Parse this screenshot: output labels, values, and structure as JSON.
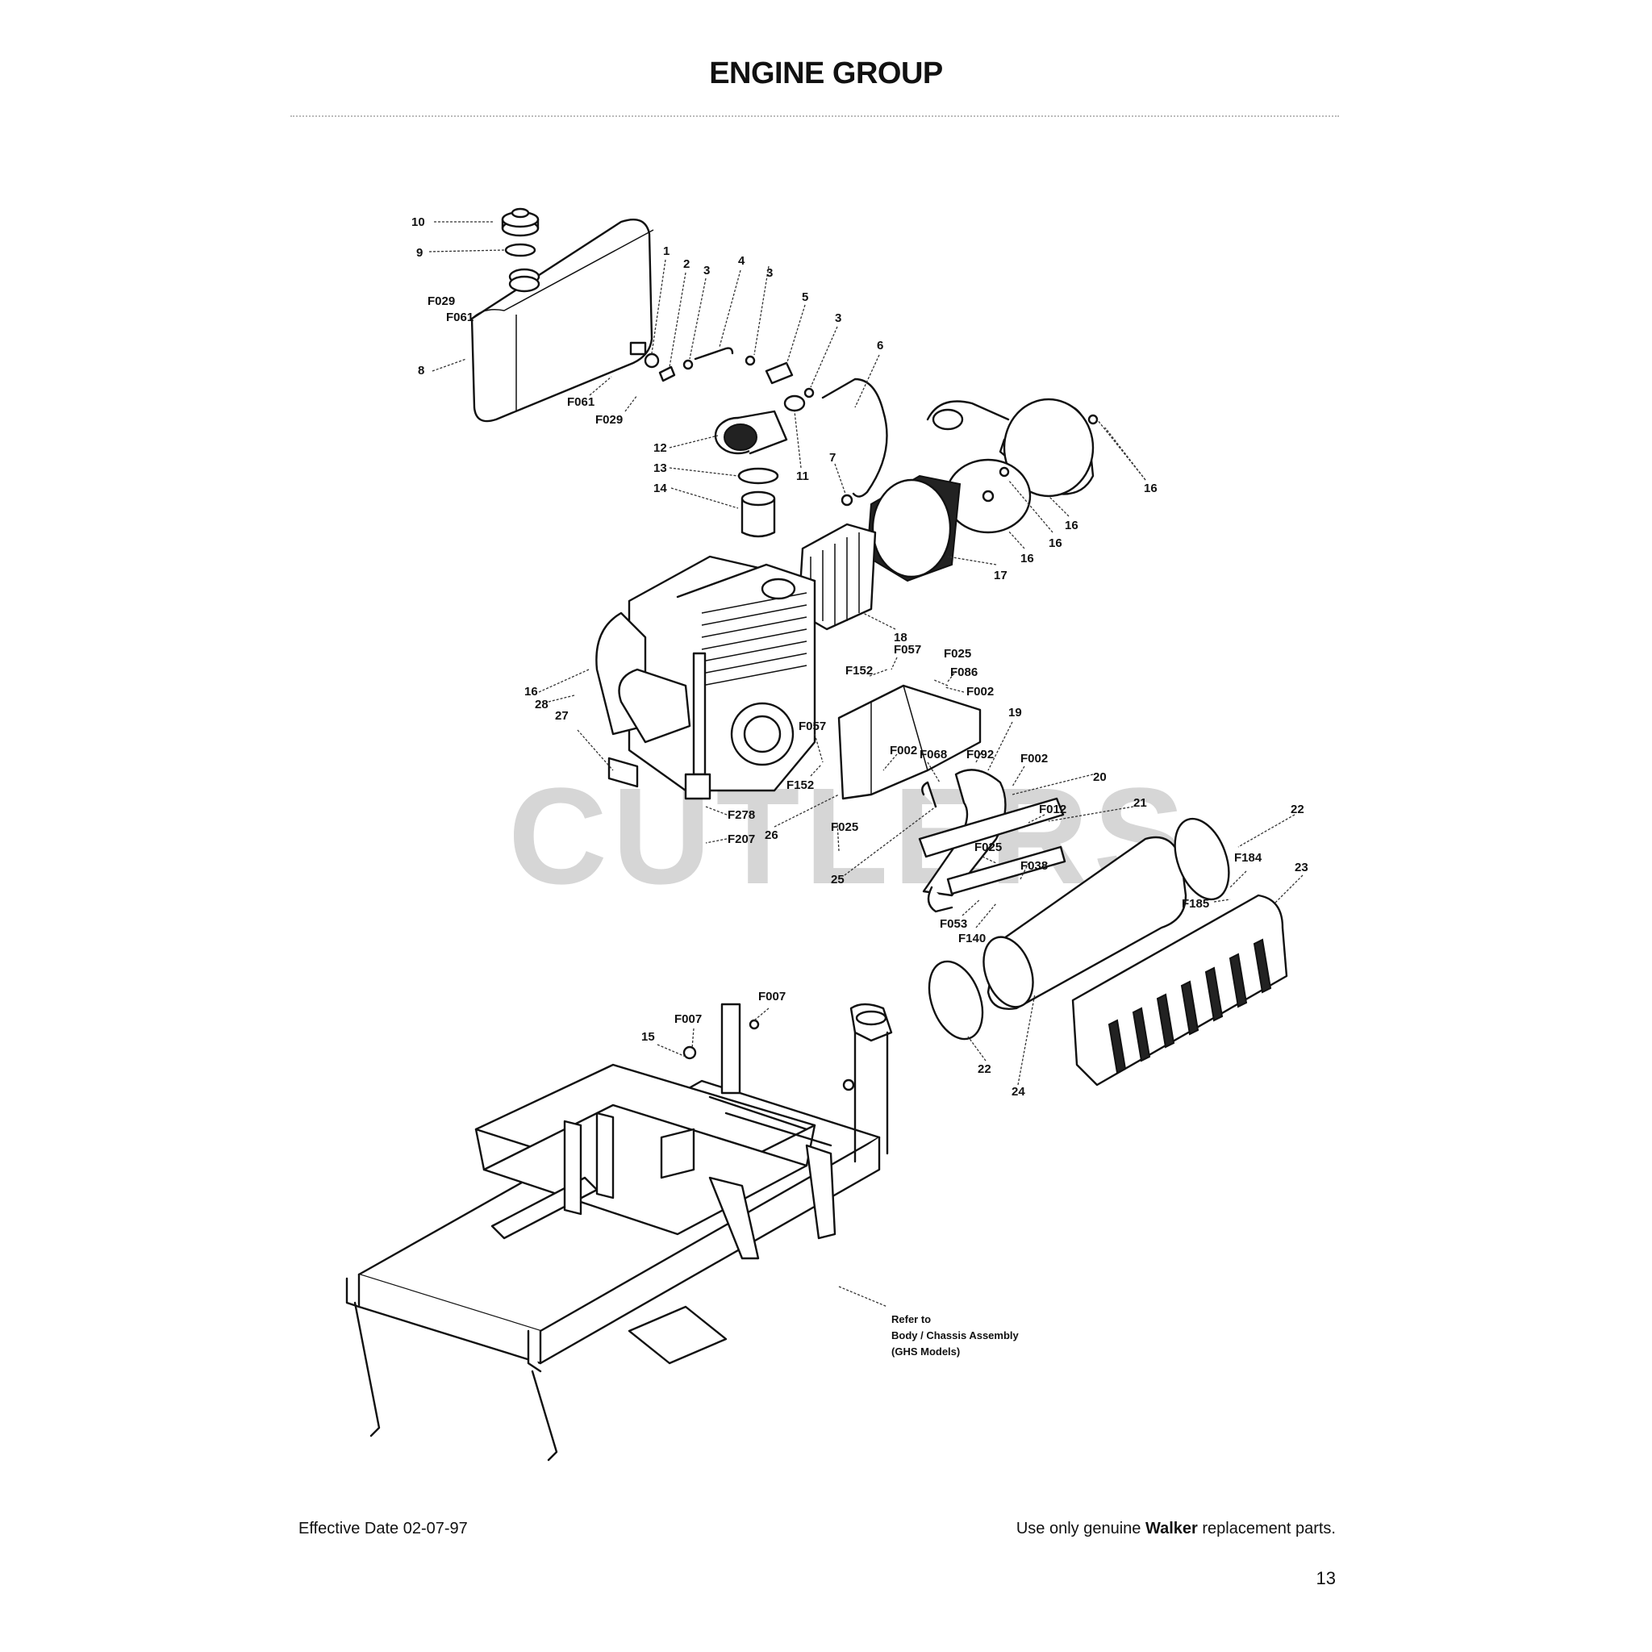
{
  "header": {
    "title": "ENGINE GROUP"
  },
  "watermark": "CUTLERS",
  "labels": [
    {
      "id": "n10",
      "text": "10"
    },
    {
      "id": "n9",
      "text": "9"
    },
    {
      "id": "f029a",
      "text": "F029"
    },
    {
      "id": "f061a",
      "text": "F061"
    },
    {
      "id": "n8",
      "text": "8"
    },
    {
      "id": "f061b",
      "text": "F061"
    },
    {
      "id": "f029b",
      "text": "F029"
    },
    {
      "id": "n1",
      "text": "1"
    },
    {
      "id": "n2",
      "text": "2"
    },
    {
      "id": "n3a",
      "text": "3"
    },
    {
      "id": "n4",
      "text": "4"
    },
    {
      "id": "n3b",
      "text": "3"
    },
    {
      "id": "n5",
      "text": "5"
    },
    {
      "id": "n3c",
      "text": "3"
    },
    {
      "id": "n6",
      "text": "6"
    },
    {
      "id": "n12",
      "text": "12"
    },
    {
      "id": "n13",
      "text": "13"
    },
    {
      "id": "n14",
      "text": "14"
    },
    {
      "id": "n11",
      "text": "11"
    },
    {
      "id": "n7",
      "text": "7"
    },
    {
      "id": "n16a",
      "text": "16"
    },
    {
      "id": "n16b",
      "text": "16"
    },
    {
      "id": "n16c",
      "text": "16"
    },
    {
      "id": "n16d",
      "text": "16"
    },
    {
      "id": "n17",
      "text": "17"
    },
    {
      "id": "n18",
      "text": "18"
    },
    {
      "id": "f057a",
      "text": "F057"
    },
    {
      "id": "f152a",
      "text": "F152"
    },
    {
      "id": "f025a",
      "text": "F025"
    },
    {
      "id": "f086",
      "text": "F086"
    },
    {
      "id": "f002a",
      "text": "F002"
    },
    {
      "id": "n16e",
      "text": "16"
    },
    {
      "id": "n28",
      "text": "28"
    },
    {
      "id": "n27",
      "text": "27"
    },
    {
      "id": "n19",
      "text": "19"
    },
    {
      "id": "f057b",
      "text": "F057"
    },
    {
      "id": "f002b",
      "text": "F002"
    },
    {
      "id": "f068",
      "text": "F068"
    },
    {
      "id": "f092",
      "text": "F092"
    },
    {
      "id": "f152b",
      "text": "F152"
    },
    {
      "id": "f002c",
      "text": "F002"
    },
    {
      "id": "n20",
      "text": "20"
    },
    {
      "id": "f012",
      "text": "F012"
    },
    {
      "id": "n21",
      "text": "21"
    },
    {
      "id": "f278",
      "text": "F278"
    },
    {
      "id": "f207",
      "text": "F207"
    },
    {
      "id": "n26",
      "text": "26"
    },
    {
      "id": "f025b",
      "text": "F025"
    },
    {
      "id": "f025c",
      "text": "F025"
    },
    {
      "id": "n25",
      "text": "25"
    },
    {
      "id": "f038",
      "text": "F038"
    },
    {
      "id": "n22a",
      "text": "22"
    },
    {
      "id": "f184",
      "text": "F184"
    },
    {
      "id": "n23",
      "text": "23"
    },
    {
      "id": "f185",
      "text": "F185"
    },
    {
      "id": "f053",
      "text": "F053"
    },
    {
      "id": "f140",
      "text": "F140"
    },
    {
      "id": "f007a",
      "text": "F007"
    },
    {
      "id": "f007b",
      "text": "F007"
    },
    {
      "id": "n15",
      "text": "15"
    },
    {
      "id": "n22b",
      "text": "22"
    },
    {
      "id": "n24",
      "text": "24"
    }
  ],
  "note": {
    "line1": "Refer to",
    "line2": "Body / Chassis Assembly",
    "line3": "(GHS Models)"
  },
  "footer": {
    "effective_date": "Effective Date 02-07-97",
    "notice_prefix": "Use only genuine ",
    "notice_brand": "Walker",
    "notice_suffix": " replacement parts."
  },
  "page_number": "13"
}
